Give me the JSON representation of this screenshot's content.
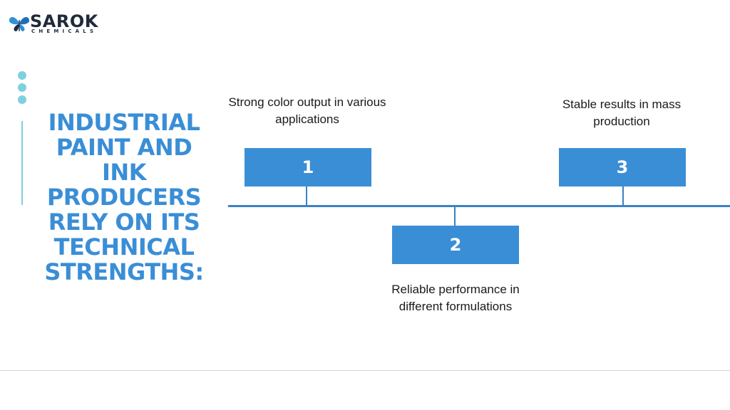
{
  "brand": {
    "name": "SAROK",
    "subtitle": "CHEMICALS",
    "color": "#1f2a3c",
    "accent": "#2f8fd8"
  },
  "headline": "INDUSTRIAL PAINT AND INK PRODUCERS RELY ON ITS TECHNICAL STRENGTHS:",
  "colors": {
    "headline": "#3a8ed6",
    "box": "#3a8ed6",
    "timeline": "#3a82c4",
    "decor": "#7fd0de"
  },
  "steps": [
    {
      "number": "1",
      "caption": "Strong color output in various applications"
    },
    {
      "number": "2",
      "caption": "Reliable performance in different formulations"
    },
    {
      "number": "3",
      "caption": "Stable results in mass production"
    }
  ]
}
